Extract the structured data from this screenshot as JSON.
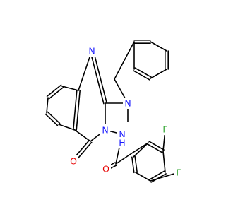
{
  "molecule": {
    "colors": {
      "bond": "#000000",
      "C": "#000000",
      "N": "#1a1aff",
      "O": "#e60000",
      "F": "#33a633",
      "H": "#1a1aff"
    },
    "atom_labels": {
      "n1": "N",
      "n3": "N",
      "n_amine": "N",
      "n_amide": "N",
      "h_amide": "H",
      "o_carbonyl": "O",
      "o_amide": "O",
      "f1": "F",
      "f2": "F"
    }
  }
}
